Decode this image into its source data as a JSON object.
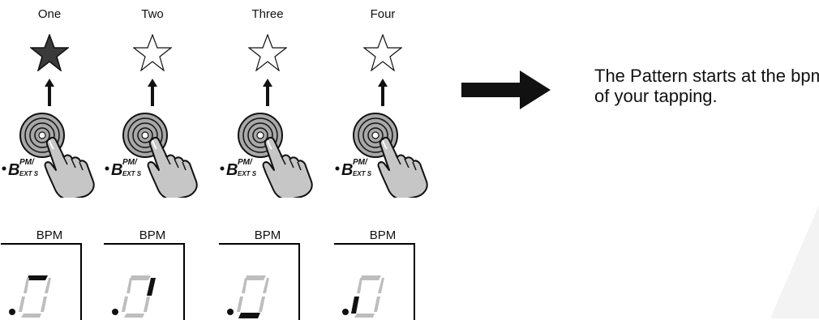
{
  "steps": [
    {
      "label": "One",
      "star_filled": true,
      "digit": "top"
    },
    {
      "label": "Two",
      "star_filled": false,
      "digit": "right"
    },
    {
      "label": "Three",
      "star_filled": false,
      "digit": "bottom"
    },
    {
      "label": "Four",
      "star_filled": false,
      "digit": "left"
    }
  ],
  "button_text": {
    "main": "B",
    "sup": "PM/",
    "sub": "EXT S"
  },
  "bpm_label": "BPM",
  "result_text": "The Pattern starts at the bpm of your tapping.",
  "colors": {
    "ink": "#111111",
    "star_fill": "#3a3a3a",
    "segment_off": "#bdbdbd",
    "button": "#b0b0b0"
  }
}
